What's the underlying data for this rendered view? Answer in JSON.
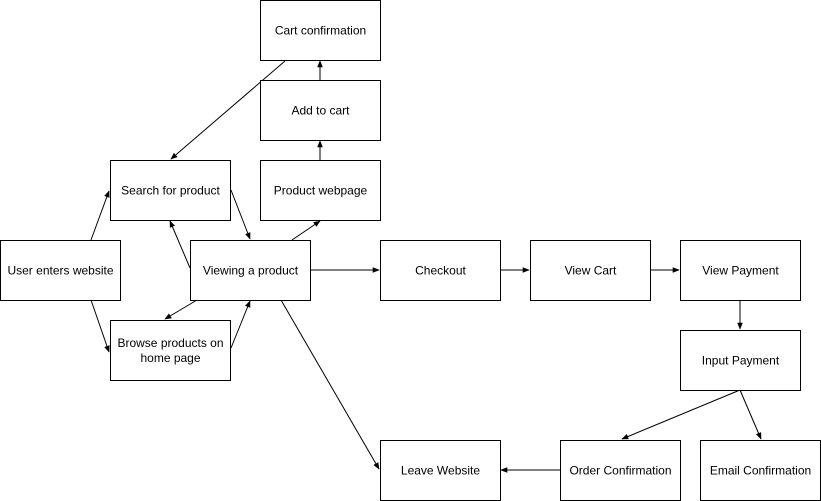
{
  "colors": {
    "stroke": "#000000",
    "fill": "#ffffff",
    "text": "#000000"
  },
  "nodes": {
    "cart_confirmation": "Cart confirmation",
    "add_to_cart": "Add to cart",
    "search_for_product": "Search for product",
    "product_webpage": "Product webpage",
    "user_enters_website": "User enters website",
    "viewing_a_product": "Viewing a product",
    "checkout": "Checkout",
    "view_cart": "View Cart",
    "view_payment": "View Payment",
    "browse_products": [
      "Browse products on",
      "home page"
    ],
    "input_payment": "Input Payment",
    "leave_website": "Leave Website",
    "order_confirmation": "Order Confirmation",
    "email_confirmation": "Email Confirmation"
  },
  "edges": [
    {
      "from": "user_enters_website",
      "to": "search_for_product"
    },
    {
      "from": "user_enters_website",
      "to": "browse_products"
    },
    {
      "from": "search_for_product",
      "to": "viewing_a_product"
    },
    {
      "from": "viewing_a_product",
      "to": "search_for_product"
    },
    {
      "from": "browse_products",
      "to": "viewing_a_product"
    },
    {
      "from": "viewing_a_product",
      "to": "browse_products"
    },
    {
      "from": "viewing_a_product",
      "to": "product_webpage"
    },
    {
      "from": "product_webpage",
      "to": "add_to_cart"
    },
    {
      "from": "add_to_cart",
      "to": "cart_confirmation"
    },
    {
      "from": "cart_confirmation",
      "to": "search_for_product"
    },
    {
      "from": "viewing_a_product",
      "to": "checkout"
    },
    {
      "from": "viewing_a_product",
      "to": "leave_website"
    },
    {
      "from": "checkout",
      "to": "view_cart"
    },
    {
      "from": "view_cart",
      "to": "view_payment"
    },
    {
      "from": "view_payment",
      "to": "input_payment"
    },
    {
      "from": "input_payment",
      "to": "order_confirmation"
    },
    {
      "from": "input_payment",
      "to": "email_confirmation"
    },
    {
      "from": "order_confirmation",
      "to": "leave_website"
    }
  ]
}
